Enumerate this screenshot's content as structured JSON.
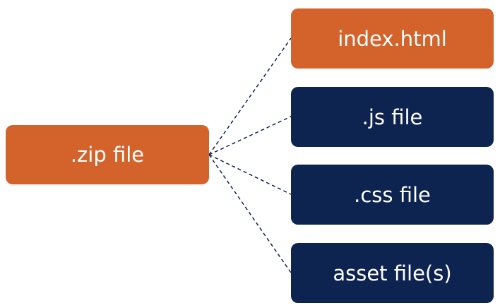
{
  "diagram": {
    "root": {
      "label": ".zip file",
      "color": "#d3622b"
    },
    "children": [
      {
        "label": "index.html",
        "color": "#d3622b"
      },
      {
        "label": ".js file",
        "color": "#0d2350"
      },
      {
        "label": ".css file",
        "color": "#0d2350"
      },
      {
        "label": "asset file(s)",
        "color": "#0d2350"
      }
    ],
    "connector_color": "#0d2350",
    "connector_style": "dashed"
  }
}
